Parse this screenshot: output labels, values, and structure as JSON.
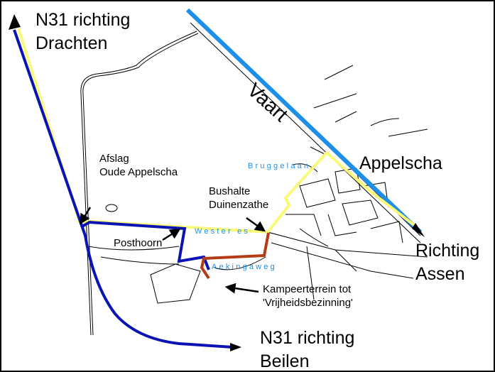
{
  "map": {
    "labels": {
      "n31_drachten": [
        "N31 richting",
        "Drachten"
      ],
      "vaart": "Vaart",
      "appelscha": "Appelscha",
      "richting_assen": [
        "Richting",
        "Assen"
      ],
      "afslag": [
        "Afslag",
        "Oude Appelscha"
      ],
      "bruggelaan": "Bruggelaan",
      "bushalte": [
        "Bushalte",
        "Duinenzathe"
      ],
      "wester_es": "Wester es",
      "posthoorn": "Posthoorn",
      "aekingaweg": "Aekingaweg",
      "kampeerterrein": [
        "Kampeerterrein tot",
        "'Vrijheidsbezinning'"
      ],
      "n31_beilen": [
        "N31 richting",
        "Beilen"
      ]
    },
    "colors": {
      "route_blue": "#0a14b4",
      "route_yellow": "#fafa78",
      "canal_blue": "#1e8fe6",
      "route_red": "#b43c14"
    }
  }
}
